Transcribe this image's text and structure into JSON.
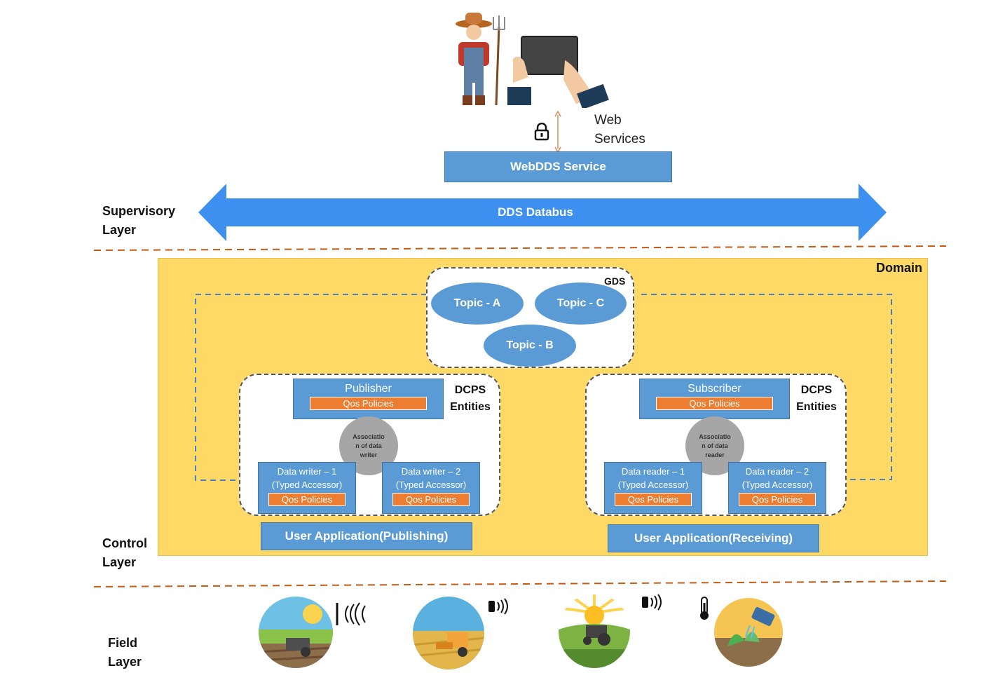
{
  "top": {
    "web_services_label": "Web\nServices",
    "webdds_service": "WebDDS Service"
  },
  "supervisory": {
    "layer_label": "Supervisory\nLayer",
    "databus_label": "DDS Databus"
  },
  "control": {
    "layer_label": "Control\nLayer",
    "domain_label": "Domain",
    "gds_label": "GDS",
    "topics": [
      "Topic - A",
      "Topic - C",
      "Topic - B"
    ],
    "publisher": {
      "title": "Publisher",
      "qos": "Qos Policies",
      "dcps": "DCPS\nEntities",
      "association": "Associatio\nn of data\nwriter",
      "writers": [
        {
          "title": "Data writer – 1\n(Typed Accessor)",
          "qos": "Qos Policies"
        },
        {
          "title": "Data writer – 2\n(Typed Accessor)",
          "qos": "Qos Policies"
        }
      ],
      "app": "User Application(Publishing)"
    },
    "subscriber": {
      "title": "Subscriber",
      "qos": "Qos Policies",
      "dcps": "DCPS\nEntities",
      "association": "Associatio\nn of data\nreader",
      "readers": [
        {
          "title": "Data reader – 1\n(Typed Accessor)",
          "qos": "Qos Policies"
        },
        {
          "title": "Data reader – 2\n(Typed Accessor)",
          "qos": "Qos Policies"
        }
      ],
      "app": "User Application(Receiving)"
    }
  },
  "field": {
    "layer_label": "Field\nLayer"
  },
  "colors": {
    "domain_bg": "#ffd966",
    "node_blue": "#5b9bd5",
    "databus_blue": "#3d8ff0",
    "qos_orange": "#ed7d31",
    "divider_orange": "#c55a11"
  },
  "icons": [
    "farmer-icon",
    "tablet-icon",
    "lock-icon",
    "sensor-signal-icon",
    "wireless-sensor-icon",
    "thermometer-icon",
    "crop-field-icon",
    "harvester-icon",
    "tractor-icon",
    "irrigation-icon"
  ]
}
